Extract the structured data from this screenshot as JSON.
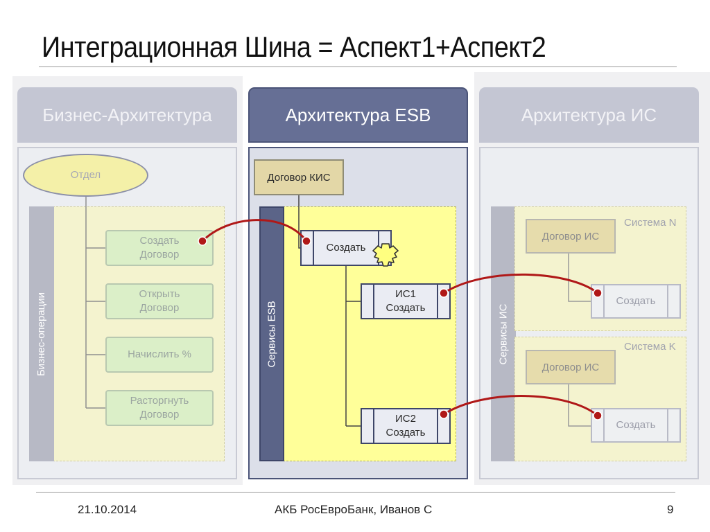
{
  "slide": {
    "title": "Интеграционная Шина = Аспект1+Аспект2"
  },
  "columns": {
    "business": {
      "header": "Бизнес-Архитектура",
      "side_label": "Бизнес-операции",
      "department": "Отдел",
      "operations": [
        {
          "label": "Создать\nДоговор"
        },
        {
          "label": "Открыть\nДоговор"
        },
        {
          "label": "Начислить %"
        },
        {
          "label": "Расторгнуть\nДоговор"
        }
      ]
    },
    "esb": {
      "header": "Архитектура ESB",
      "side_label": "Сервисы ESB",
      "contract": "Договор КИС",
      "create_service": "Создать",
      "is1_service": "ИС1\nСоздать",
      "is2_service": "ИС2\nСоздать"
    },
    "is": {
      "header": "Архитектура ИС",
      "side_label": "Сервисы ИС",
      "systems": [
        {
          "name": "Система N",
          "contract": "Договор ИС",
          "service": "Создать"
        },
        {
          "name": "Система K",
          "contract": "Договор ИС",
          "service": "Создать"
        }
      ]
    }
  },
  "footer": {
    "date": "21.10.2014",
    "author": "АКБ РосЕвроБанк, Иванов С",
    "page": "9"
  },
  "colors": {
    "connector": "#b01818",
    "esb_header": "#666f95",
    "dim_header": "#c4c6d3",
    "bright_yellow": "#ffff99"
  },
  "icons": {
    "gear": "gear-icon"
  }
}
